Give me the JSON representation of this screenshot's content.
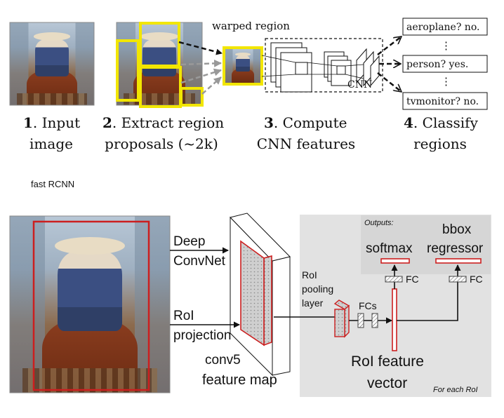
{
  "rcnn": {
    "warped_region_label": "warped region",
    "cnn_label": "CNN",
    "outputs": [
      {
        "label": "aeroplane? no."
      },
      {
        "label": "person? yes."
      },
      {
        "label": "tvmonitor? no."
      }
    ],
    "ellipsis": "⋮",
    "steps": [
      {
        "num": "1",
        "line1": ". Input",
        "line2": "image"
      },
      {
        "num": "2",
        "line1": ". Extract region",
        "line2": "proposals (~2k)"
      },
      {
        "num": "3",
        "line1": ". Compute",
        "line2": "CNN features"
      },
      {
        "num": "4",
        "line1": ". Classify",
        "line2": "regions"
      }
    ]
  },
  "fast_rcnn": {
    "section_title": "fast RCNN",
    "deep_convnet": [
      "Deep",
      "ConvNet"
    ],
    "roi_projection": [
      "RoI",
      "projection"
    ],
    "conv5": "conv5",
    "feature_map": "feature map",
    "roi_pooling": [
      "RoI",
      "pooling",
      "layer"
    ],
    "fcs": "FCs",
    "fc": "FC",
    "roi_feature_vector": [
      "RoI feature",
      "vector"
    ],
    "outputs_label": "Outputs:",
    "softmax": "softmax",
    "bbox_regressor": [
      "bbox",
      "regressor"
    ],
    "for_each_roi": "For each RoI"
  },
  "colors": {
    "yellow": "#f2e600",
    "red": "#cc1f1f",
    "panel_gray": "#e2e2e2",
    "outputs_gray": "#d6d6d6"
  }
}
